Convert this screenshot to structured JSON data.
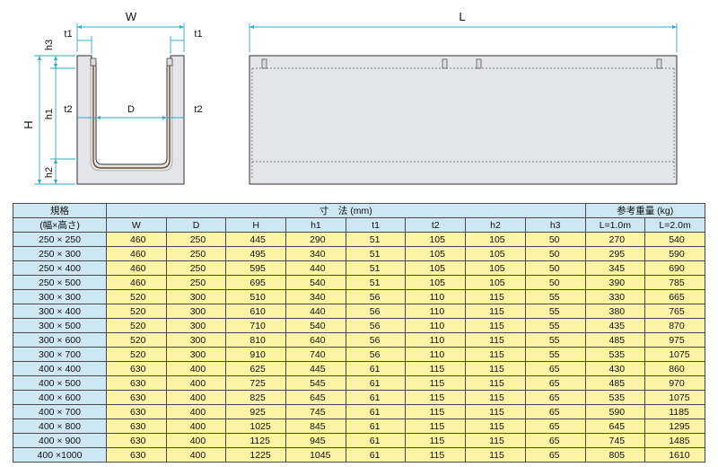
{
  "drawing": {
    "front_labels": {
      "W": "W",
      "t1_left": "t1",
      "t1_right": "t1",
      "h3": "h3",
      "H": "H",
      "h1": "h1",
      "h2": "h2",
      "t2_left": "t2",
      "t2_right": "t2",
      "D": "D"
    },
    "side_labels": {
      "L": "L"
    }
  },
  "table": {
    "spec_header": "規格",
    "spec_subheader": "(幅×高さ)",
    "dims_header": "寸　法 (mm)",
    "weight_header": "参考重量 (kg)",
    "columns": [
      "W",
      "D",
      "H",
      "h1",
      "t1",
      "t2",
      "h2",
      "h3",
      "L=1.0m",
      "L=2.0m"
    ],
    "rows": [
      {
        "spec": "250 × 250",
        "values": [
          "460",
          "250",
          "445",
          "290",
          "51",
          "105",
          "105",
          "50",
          "270",
          "540"
        ]
      },
      {
        "spec": "250 × 300",
        "values": [
          "460",
          "250",
          "495",
          "340",
          "51",
          "105",
          "105",
          "50",
          "295",
          "590"
        ]
      },
      {
        "spec": "250 × 400",
        "values": [
          "460",
          "250",
          "595",
          "440",
          "51",
          "105",
          "105",
          "50",
          "345",
          "690"
        ]
      },
      {
        "spec": "250 × 500",
        "values": [
          "460",
          "250",
          "695",
          "540",
          "51",
          "105",
          "105",
          "50",
          "390",
          "785"
        ]
      },
      {
        "spec": "300 × 300",
        "values": [
          "520",
          "300",
          "510",
          "340",
          "56",
          "110",
          "115",
          "55",
          "330",
          "665"
        ]
      },
      {
        "spec": "300 × 400",
        "values": [
          "520",
          "300",
          "610",
          "440",
          "56",
          "110",
          "115",
          "55",
          "380",
          "765"
        ]
      },
      {
        "spec": "300 × 500",
        "values": [
          "520",
          "300",
          "710",
          "540",
          "56",
          "110",
          "115",
          "55",
          "435",
          "870"
        ]
      },
      {
        "spec": "300 × 600",
        "values": [
          "520",
          "300",
          "810",
          "640",
          "56",
          "110",
          "115",
          "55",
          "485",
          "975"
        ]
      },
      {
        "spec": "300 × 700",
        "values": [
          "520",
          "300",
          "910",
          "740",
          "56",
          "110",
          "115",
          "55",
          "535",
          "1075"
        ]
      },
      {
        "spec": "400 × 400",
        "values": [
          "630",
          "400",
          "625",
          "445",
          "61",
          "115",
          "115",
          "65",
          "430",
          "860"
        ]
      },
      {
        "spec": "400 × 500",
        "values": [
          "630",
          "400",
          "725",
          "545",
          "61",
          "115",
          "115",
          "65",
          "485",
          "970"
        ]
      },
      {
        "spec": "400 × 600",
        "values": [
          "630",
          "400",
          "825",
          "645",
          "61",
          "115",
          "115",
          "65",
          "535",
          "1075"
        ]
      },
      {
        "spec": "400 × 700",
        "values": [
          "630",
          "400",
          "925",
          "745",
          "61",
          "115",
          "115",
          "65",
          "590",
          "1185"
        ]
      },
      {
        "spec": "400 × 800",
        "values": [
          "630",
          "400",
          "1025",
          "845",
          "61",
          "115",
          "115",
          "65",
          "645",
          "1295"
        ]
      },
      {
        "spec": "400 × 900",
        "values": [
          "630",
          "400",
          "1125",
          "945",
          "61",
          "115",
          "115",
          "65",
          "745",
          "1485"
        ]
      },
      {
        "spec": "400 ×1000",
        "values": [
          "630",
          "400",
          "1225",
          "1045",
          "61",
          "115",
          "115",
          "65",
          "805",
          "1610"
        ]
      }
    ]
  }
}
